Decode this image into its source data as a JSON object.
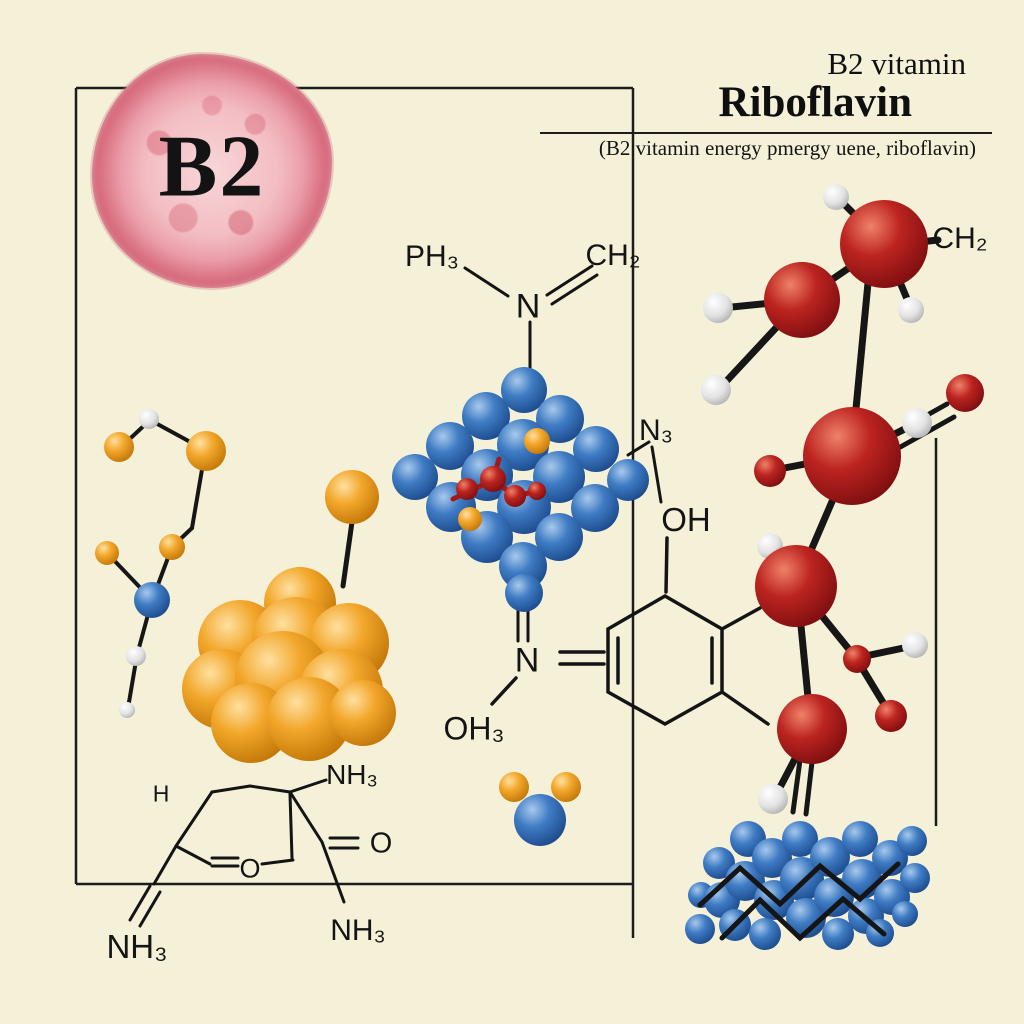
{
  "cell": {
    "label": "B2"
  },
  "header": {
    "small_title": "B2 vitamin",
    "title": "Riboflavin",
    "subtitle": "(B2 vitamin energy pmergy uene, riboflavin)"
  },
  "labels": {
    "ph3": "PH₃",
    "ch2_top": "CH₂",
    "n_top": "N",
    "n3": "N₃",
    "oh": "OH",
    "n_mid": "N",
    "oh3": "OH₃",
    "ch2_right": "CH₂",
    "h": "H",
    "nh3_top": "NH₃",
    "o_inner": "O",
    "o_right": "O",
    "nh3_bottom": "NH₃",
    "nh3_left": "NH₃"
  },
  "colors": {
    "background": "#f4f1d8",
    "line": "#1a1a1a",
    "cell_pink": "#e2798b",
    "sphere_blue": "#3a77c2",
    "sphere_orange": "#f0a125",
    "sphere_red": "#b52020",
    "sphere_white": "#e8e8e8"
  }
}
